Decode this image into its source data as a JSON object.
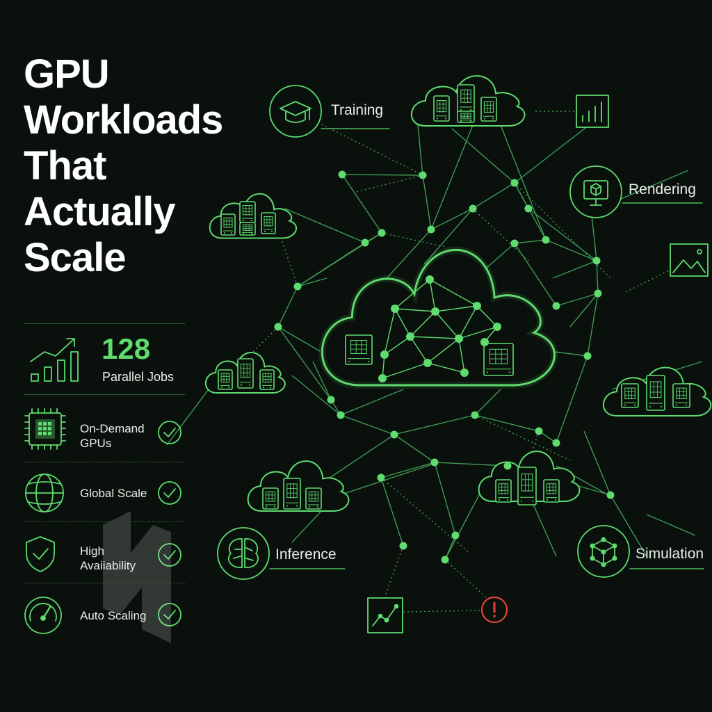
{
  "title": {
    "lines": [
      "GPU",
      "Workloads",
      "That",
      "Actually",
      "Scale"
    ]
  },
  "stat": {
    "number": "128",
    "label": "Parallel Jobs",
    "icon": "bar-chart-growth-icon"
  },
  "features": [
    {
      "label_lines": [
        "On-Demand",
        "GPUs"
      ],
      "icon": "gpu-chip-icon",
      "check": "check-circle-icon"
    },
    {
      "label_lines": [
        "Global Scale"
      ],
      "icon": "globe-icon",
      "check": "check-circle-icon"
    },
    {
      "label_lines": [
        "High",
        "Avaiiability"
      ],
      "icon": "shield-check-icon",
      "check": "check-circle-icon"
    },
    {
      "label_lines": [
        "Auto Scaling"
      ],
      "icon": "speedometer-icon",
      "check": "check-circle-icon"
    }
  ],
  "workloads": {
    "training": "Training",
    "rendering": "Rendering",
    "inference": "Inference",
    "simulation": "Simulation"
  },
  "diagram_icons": [
    "graduation-cap-icon",
    "monitor-cube-icon",
    "brain-icon",
    "cube-network-icon",
    "bar-chart-icon",
    "image-icon",
    "line-graph-icon",
    "alert-icon"
  ],
  "colors": {
    "background": "#0a110d",
    "accent": "#5fdb6f",
    "line": "#3f9a52",
    "alert": "#e0453b",
    "text": "#ffffff"
  }
}
